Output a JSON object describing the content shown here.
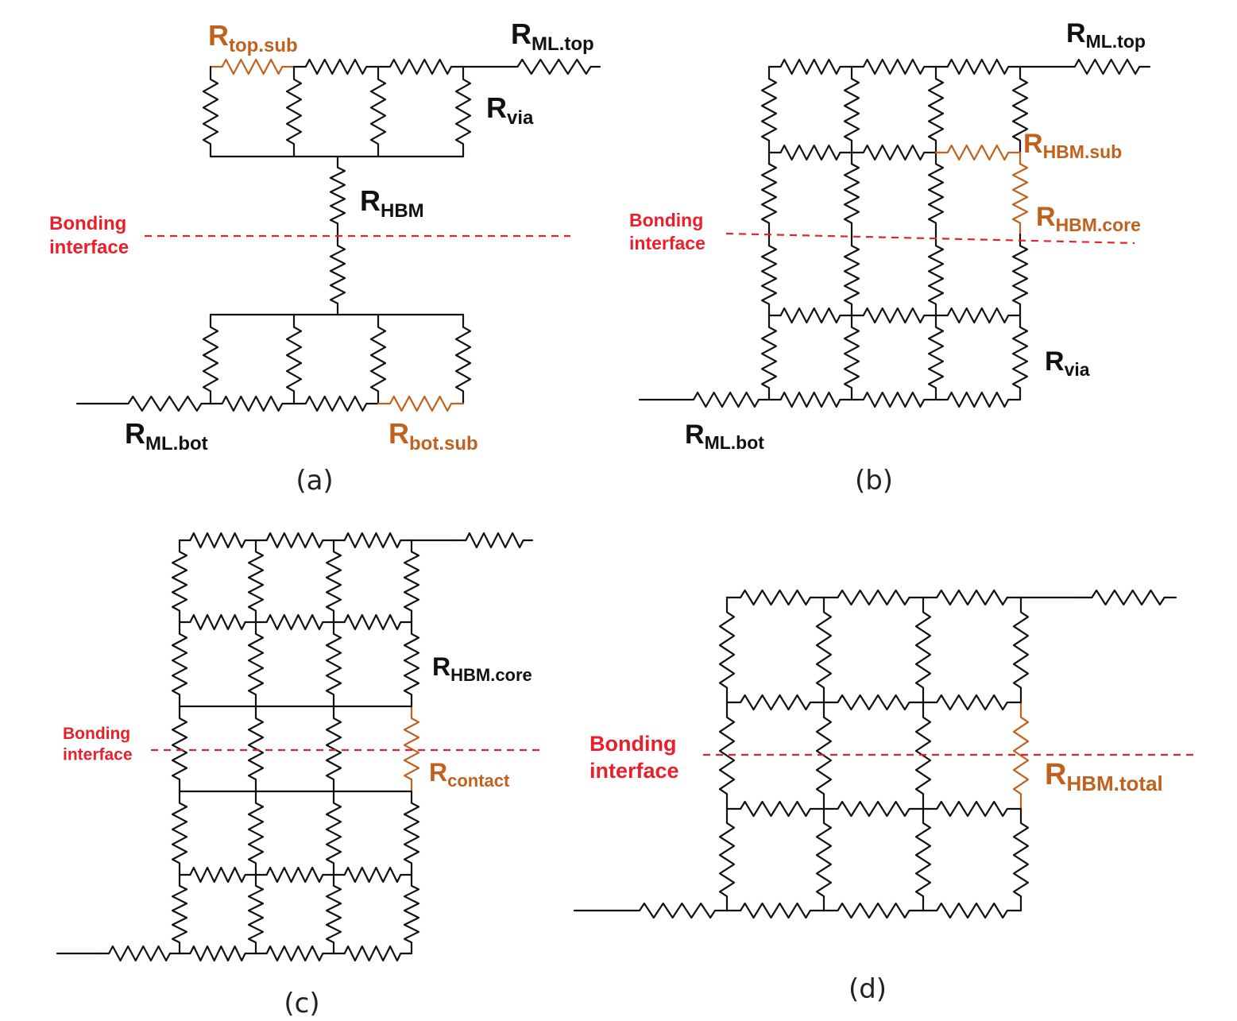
{
  "figure": {
    "colors": {
      "wire": "#111111",
      "highlight": "#c0621d",
      "bonding": "#e8202a"
    },
    "bonding_label": [
      "Bonding",
      "interface"
    ],
    "panels": [
      {
        "id": "a",
        "caption": "(a)",
        "description": "Top and bottom substrate ladders with parallel vias joined through a single R_HBM across bonding interface",
        "labels": [
          {
            "main": "R",
            "sub": "top.sub",
            "highlight": true
          },
          {
            "main": "R",
            "sub": "ML.top",
            "highlight": false
          },
          {
            "main": "R",
            "sub": "via",
            "highlight": false
          },
          {
            "main": "R",
            "sub": "HBM",
            "highlight": false
          },
          {
            "main": "R",
            "sub": "ML.bot",
            "highlight": false
          },
          {
            "main": "R",
            "sub": "bot.sub",
            "highlight": true
          }
        ]
      },
      {
        "id": "b",
        "caption": "(b)",
        "description": "4x4 resistor mesh with highlighted R_HBM.sub and R_HBM.core across bonding interface",
        "labels": [
          {
            "main": "R",
            "sub": "ML.top",
            "highlight": false
          },
          {
            "main": "R",
            "sub": "HBM.sub",
            "highlight": true
          },
          {
            "main": "R",
            "sub": "HBM.core",
            "highlight": true
          },
          {
            "main": "R",
            "sub": "via",
            "highlight": false
          },
          {
            "main": "R",
            "sub": "ML.bot",
            "highlight": false
          }
        ]
      },
      {
        "id": "c",
        "caption": "(c)",
        "description": "Mesh with shorted rows around bonding interface and highlighted R_contact",
        "labels": [
          {
            "main": "R",
            "sub": "HBM.core",
            "highlight": false
          },
          {
            "main": "R",
            "sub": "contact",
            "highlight": true
          }
        ]
      },
      {
        "id": "d",
        "caption": "(d)",
        "description": "Simplified mesh with highlighted R_HBM.total across bonding interface",
        "labels": [
          {
            "main": "R",
            "sub": "HBM.total",
            "highlight": true
          }
        ]
      }
    ]
  }
}
